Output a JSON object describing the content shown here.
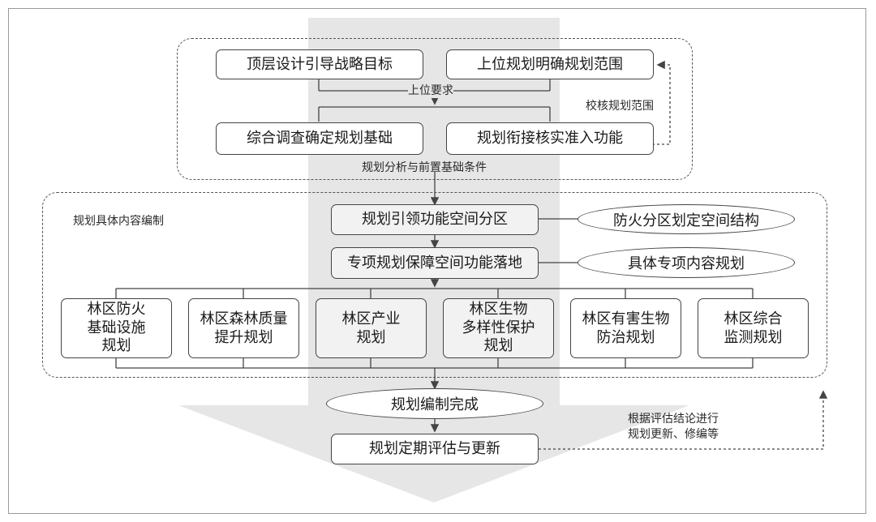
{
  "stage1": {
    "box_top_left": "顶层设计引导战略目标",
    "box_top_right": "上位规划明确规划范围",
    "label_requirement": "上位要求",
    "box_bottom_left": "综合调查确定规划基础",
    "box_bottom_right": "规划衔接核实准入功能",
    "label_check": "校核规划范围",
    "label_analysis": "规划分析与前置基础条件"
  },
  "stage2": {
    "title": "规划具体内容编制",
    "box_zoning": "规划引领功能空间分区",
    "oval_fire": "防火分区划定空间结构",
    "box_special": "专项规划保障空间功能落地",
    "oval_content": "具体专项内容规划",
    "items": [
      "林区防火\n基础设施\n规划",
      "林区森林质量\n提升规划",
      "林区产业\n规划",
      "林区生物\n多样性保护\n规划",
      "林区有害生物\n防治规划",
      "林区综合\n监测规划"
    ]
  },
  "stage3": {
    "oval_done": "规划编制完成",
    "box_eval": "规划定期评估与更新",
    "label_feedback_1": "根据评估结论进行",
    "label_feedback_2": "规划更新、修编等"
  },
  "colors": {
    "background_arrow": "#e6e6e6",
    "line": "#444444",
    "grey_box": "#f2f2f2"
  }
}
